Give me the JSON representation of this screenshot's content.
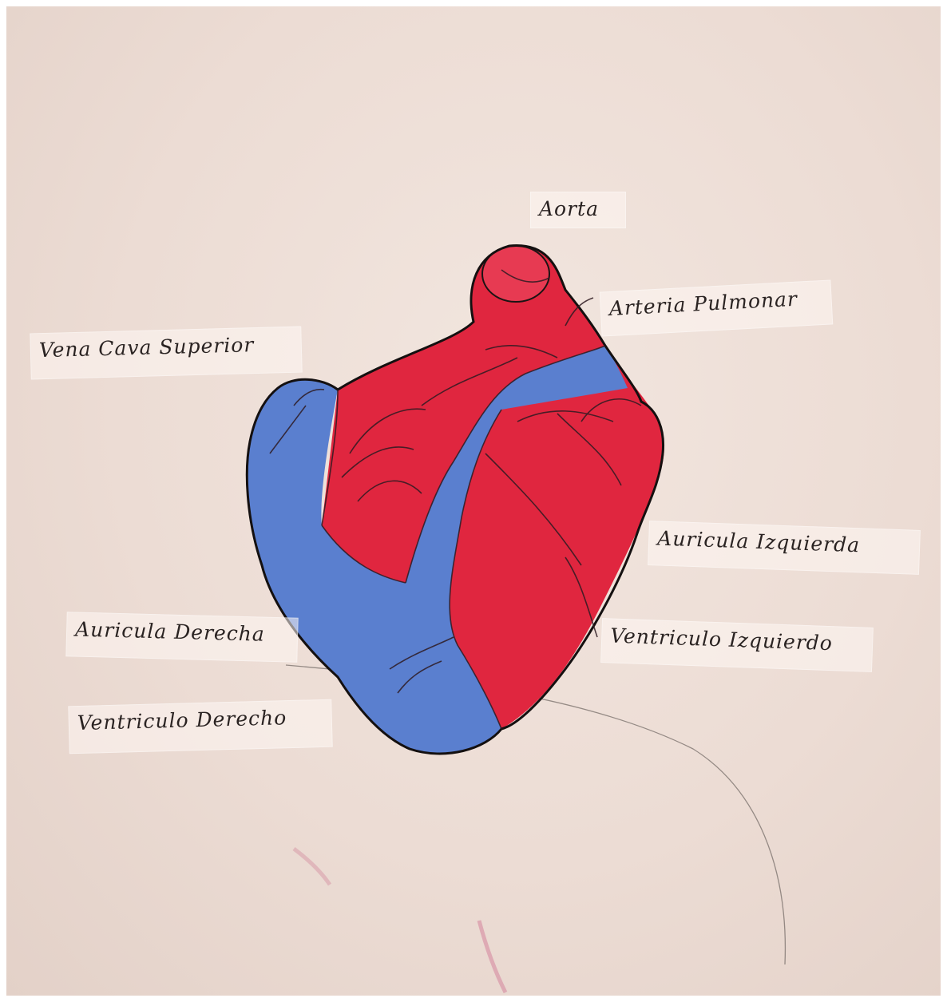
{
  "labels": {
    "aorta": "Aorta",
    "arteria_pulmonar": "Arteria Pulmonar",
    "vena_cava_superior": "Vena Cava Superior",
    "auricula_izquierda": "Auricula Izquierda",
    "auricula_derecha": "Auricula Derecha",
    "ventriculo_izquierdo": "Ventriculo Izquierdo",
    "ventriculo_derecho": "Ventriculo Derecho"
  },
  "colors": {
    "oxygenated": "#e0263f",
    "deoxygenated": "#5a7fcf",
    "outline": "#1a1414",
    "background": "#ecdcd4"
  }
}
